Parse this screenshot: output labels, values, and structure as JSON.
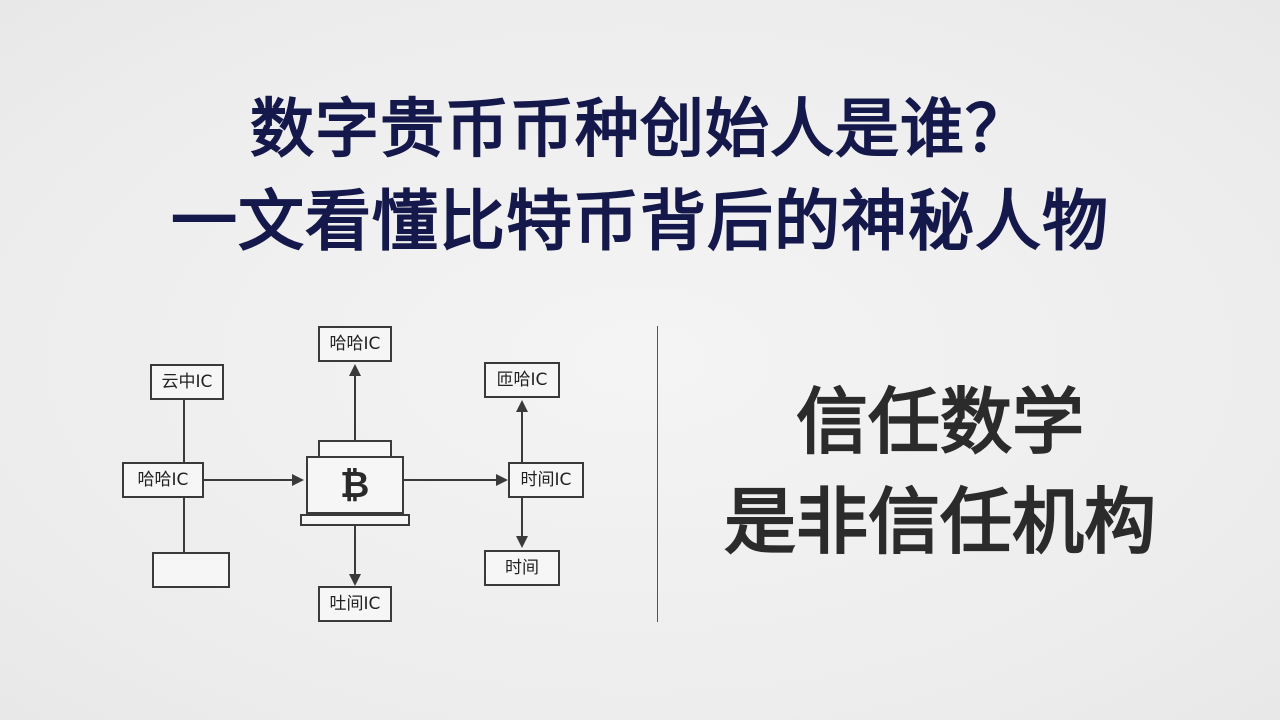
{
  "title": {
    "line1": "数字贵币币种创始人是谁？",
    "line2": "一文看懂比特币背后的神秘人物"
  },
  "diagram": {
    "center_symbol": "₿",
    "nodes": {
      "top": "哈哈IC",
      "left_top": "云中IC",
      "left": "哈哈IC",
      "left_bottom": "",
      "bottom": "吐间IC",
      "right_top": "匝哈IC",
      "right": "时间IC",
      "right_bottom": "时间"
    }
  },
  "slogan": {
    "line1": "信任数学",
    "line2": "是非信任机构"
  }
}
